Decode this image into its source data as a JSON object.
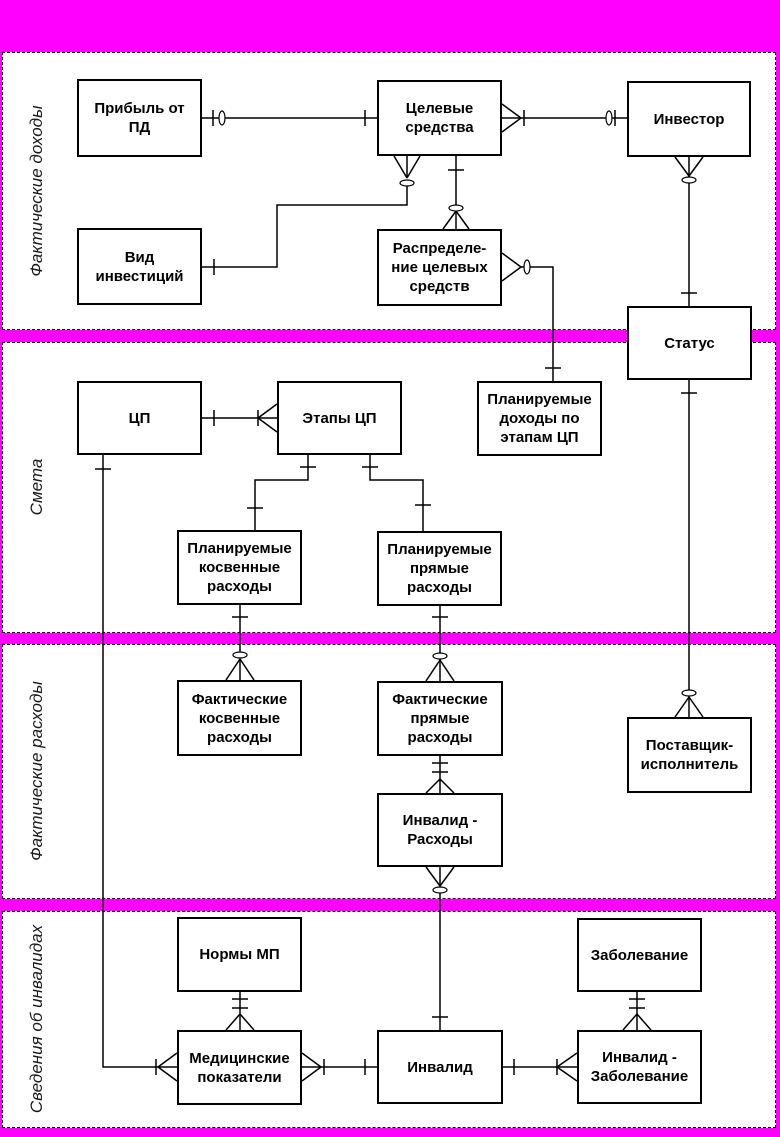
{
  "page": {
    "background_color": "#ff00ff",
    "band_fill_color": "#ffffff",
    "line_color": "#000000"
  },
  "bands": [
    {
      "id": "actual-income",
      "label": "Фактические доходы"
    },
    {
      "id": "estimate",
      "label": "Смета"
    },
    {
      "id": "actual-expenses",
      "label": "Фактические расходы"
    },
    {
      "id": "disabled-info",
      "label": "Сведения об инвалидах"
    }
  ],
  "entities": [
    {
      "id": "profit-pd",
      "label": "Прибыль от\nПД"
    },
    {
      "id": "target-funds",
      "label": "Целевые\nсредства"
    },
    {
      "id": "investor",
      "label": "Инвестор"
    },
    {
      "id": "investment-type",
      "label": "Вид\nинвестиций"
    },
    {
      "id": "distribution",
      "label": "Распределе-\nние целевых\nсредств"
    },
    {
      "id": "status",
      "label": "Статус"
    },
    {
      "id": "cp",
      "label": "ЦП"
    },
    {
      "id": "cp-stages",
      "label": "Этапы ЦП"
    },
    {
      "id": "planned-income",
      "label": "Планируемые\nдоходы по\nэтапам ЦП"
    },
    {
      "id": "planned-indirect",
      "label": "Планируемые\nкосвенные\nрасходы"
    },
    {
      "id": "planned-direct",
      "label": "Планируемые\nпрямые\nрасходы"
    },
    {
      "id": "actual-indirect",
      "label": "Фактические\nкосвенные\nрасходы"
    },
    {
      "id": "actual-direct",
      "label": "Фактические\nпрямые\nрасходы"
    },
    {
      "id": "invalid-expenses",
      "label": "Инвалид -\nРасходы"
    },
    {
      "id": "supplier",
      "label": "Поставщик-\nисполнитель"
    },
    {
      "id": "norms-mp",
      "label": "Нормы МП"
    },
    {
      "id": "disease",
      "label": "Заболевание"
    },
    {
      "id": "med-indicators",
      "label": "Медицинские\nпоказатели"
    },
    {
      "id": "invalid",
      "label": "Инвалид"
    },
    {
      "id": "invalid-disease",
      "label": "Инвалид -\nЗаболевание"
    }
  ],
  "relationships": [
    {
      "from": "profit-pd",
      "to": "target-funds",
      "from_marker": "bar-circle",
      "to_marker": "bar"
    },
    {
      "from": "target-funds",
      "to": "investor",
      "from_marker": "crow-foot-bar",
      "to_marker": "circle-bar"
    },
    {
      "from": "investment-type",
      "to": "target-funds",
      "from_marker": "bar",
      "to_marker": "crow-foot-circle"
    },
    {
      "from": "target-funds",
      "to": "distribution",
      "from_marker": "bar",
      "to_marker": "circle-crow-foot"
    },
    {
      "from": "distribution",
      "to": "planned-income",
      "from_marker": "crow-foot-circle",
      "to_marker": "bar"
    },
    {
      "from": "investor",
      "to": "status",
      "from_marker": "crow-foot-circle",
      "to_marker": "bar"
    },
    {
      "from": "status",
      "to": "supplier",
      "from_marker": "bar",
      "to_marker": "circle-crow-foot"
    },
    {
      "from": "cp",
      "to": "cp-stages",
      "from_marker": "bar",
      "to_marker": "bar-crow-foot"
    },
    {
      "from": "cp",
      "to": "med-indicators",
      "from_marker": "bar",
      "to_marker": "bar-crow-foot"
    },
    {
      "from": "cp-stages",
      "to": "planned-indirect",
      "from_marker": "bar",
      "to_marker": "bar"
    },
    {
      "from": "cp-stages",
      "to": "planned-direct",
      "from_marker": "bar",
      "to_marker": "bar"
    },
    {
      "from": "planned-indirect",
      "to": "actual-indirect",
      "from_marker": "bar",
      "to_marker": "circle-crow-foot"
    },
    {
      "from": "planned-direct",
      "to": "actual-direct",
      "from_marker": "bar",
      "to_marker": "circle-crow-foot"
    },
    {
      "from": "actual-direct",
      "to": "invalid-expenses",
      "from_marker": "double-bar",
      "to_marker": "crow-foot"
    },
    {
      "from": "invalid-expenses",
      "to": "invalid",
      "from_marker": "crow-foot-circle",
      "to_marker": "bar"
    },
    {
      "from": "norms-mp",
      "to": "med-indicators",
      "from_marker": "double-bar",
      "to_marker": "crow-foot"
    },
    {
      "from": "med-indicators",
      "to": "invalid",
      "from_marker": "crow-foot-bar",
      "to_marker": "bar"
    },
    {
      "from": "invalid",
      "to": "invalid-disease",
      "from_marker": "bar",
      "to_marker": "bar-crow-foot"
    },
    {
      "from": "disease",
      "to": "invalid-disease",
      "from_marker": "double-bar",
      "to_marker": "crow-foot"
    }
  ]
}
